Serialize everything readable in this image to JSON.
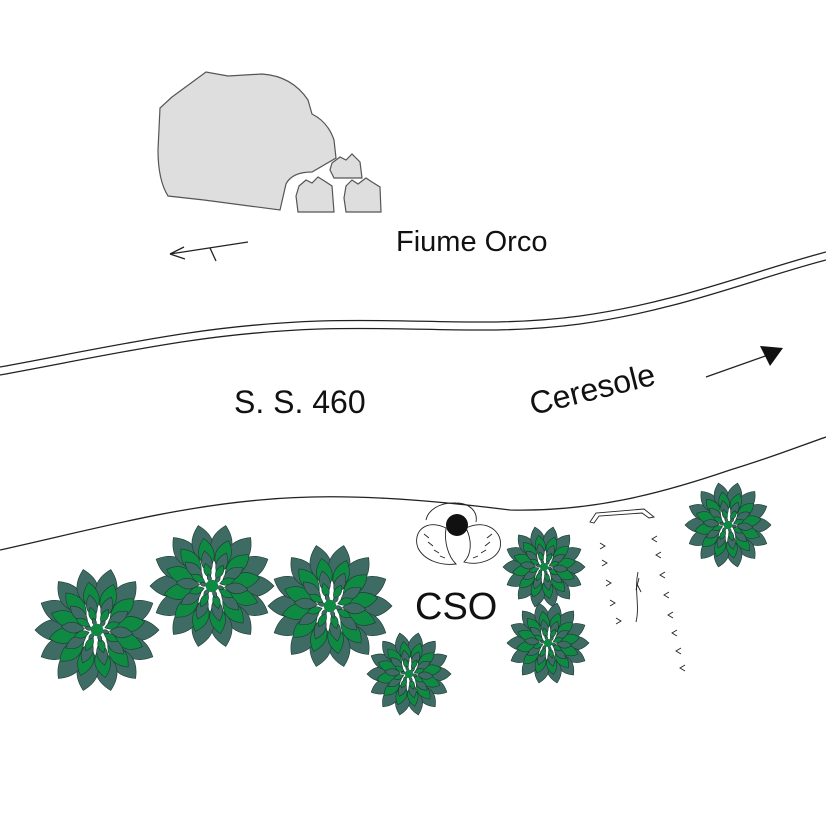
{
  "labels": {
    "river": "Fiume Orco",
    "road": "S. S. 460",
    "destination": "Ceresole",
    "site": "CSO"
  },
  "colors": {
    "boulder_fill": "#dedede",
    "boulder_stroke": "#555555",
    "line": "#222222",
    "tree_dark": "#3e6b63",
    "tree_light": "#0f8a43",
    "tree_outline": "#1d3b35",
    "cave_dot": "#111111"
  },
  "icons": {
    "river_flow": "left-arrow-icon",
    "direction": "right-arrow-icon",
    "cave": "cave-entrance-icon",
    "tree": "tree-icon",
    "path": "footpath-icon"
  }
}
